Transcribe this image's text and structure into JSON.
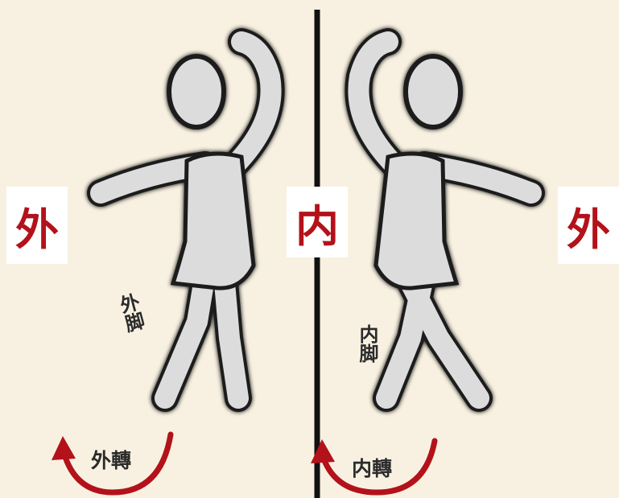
{
  "labels": {
    "left_outer": "外",
    "center_inner": "内",
    "right_outer": "外",
    "left_foot": "外脚",
    "right_foot": "内脚",
    "left_turn": "外轉",
    "right_turn": "内轉"
  },
  "colors": {
    "background": "#f8f1e1",
    "accent_red": "#b3121a",
    "figure_fill": "#dcdcdc",
    "figure_outline": "#1e1e1e",
    "divider": "#111111"
  },
  "icons": {
    "left_figure": "dancer-figure-icon",
    "right_figure": "dancer-figure-icon",
    "left_arrow": "curved-arrow-icon",
    "right_arrow": "curved-arrow-icon"
  }
}
